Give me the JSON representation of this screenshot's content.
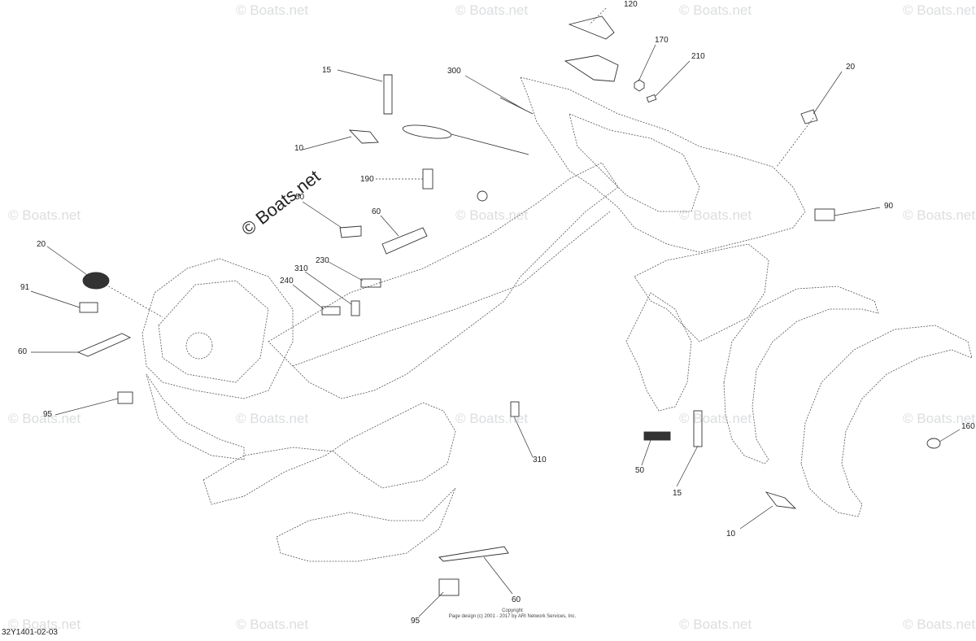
{
  "drawing_id": "32Y1401-02-03",
  "copyright_line1": "Copyright",
  "copyright_line2": "Page design (c) 2001 - 2017 by ARI Network Services, Inc.",
  "watermark_text": "© Boats.net",
  "callouts": [
    {
      "id": "callout-120-top",
      "label": "120"
    },
    {
      "id": "callout-170",
      "label": "170"
    },
    {
      "id": "callout-210",
      "label": "210"
    },
    {
      "id": "callout-20-right",
      "label": "20"
    },
    {
      "id": "callout-300",
      "label": "300"
    },
    {
      "id": "callout-15-top",
      "label": "15"
    },
    {
      "id": "callout-10-left",
      "label": "10"
    },
    {
      "id": "callout-190",
      "label": "190"
    },
    {
      "id": "callout-50-left",
      "label": "50"
    },
    {
      "id": "callout-60-mid",
      "label": "60"
    },
    {
      "id": "callout-20-left",
      "label": "20"
    },
    {
      "id": "callout-310-upper",
      "label": "310"
    },
    {
      "id": "callout-230",
      "label": "230"
    },
    {
      "id": "callout-240",
      "label": "240"
    },
    {
      "id": "callout-91",
      "label": "91"
    },
    {
      "id": "callout-60-left",
      "label": "60"
    },
    {
      "id": "callout-95",
      "label": "95"
    },
    {
      "id": "callout-90",
      "label": "90"
    },
    {
      "id": "callout-310-lower",
      "label": "310"
    },
    {
      "id": "callout-50-right",
      "label": "50"
    },
    {
      "id": "callout-15-right",
      "label": "15"
    },
    {
      "id": "callout-160",
      "label": "160"
    },
    {
      "id": "callout-10-right",
      "label": "10"
    },
    {
      "id": "callout-60-bottom",
      "label": "60"
    },
    {
      "id": "callout-95-bottom",
      "label": "95"
    }
  ]
}
